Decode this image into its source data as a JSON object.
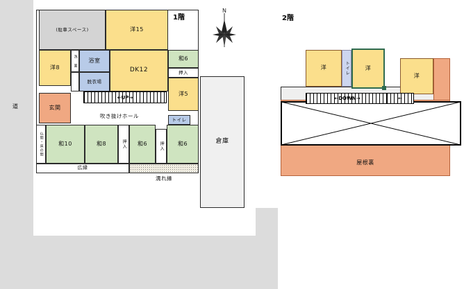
{
  "page": {
    "bg": "#ffffff",
    "road_label": "道"
  },
  "floor1": {
    "title": "1階",
    "rooms": [
      {
        "name": "parking-space",
        "label": "(駐車スペース)",
        "color": "#d4d4d4"
      },
      {
        "name": "western-15",
        "label": "洋15",
        "color": "#fbdf8c"
      },
      {
        "name": "western-8",
        "label": "洋8",
        "color": "#fbdf8c"
      },
      {
        "name": "bath",
        "label": "浴室",
        "color": "#b8cbe8"
      },
      {
        "name": "dressing-room",
        "label": "脱衣場",
        "color": "#b8cbe8"
      },
      {
        "name": "washbasin",
        "label": "洗\n面",
        "color": "#ffffff"
      },
      {
        "name": "dk-12",
        "label": "DK12",
        "color": "#fbdf8c"
      },
      {
        "name": "japanese-6-upper",
        "label": "和6",
        "color": "#cfe4c0"
      },
      {
        "name": "closet-upper",
        "label": "押入",
        "color": "#ffffff"
      },
      {
        "name": "western-5",
        "label": "洋5",
        "color": "#fbdf8c"
      },
      {
        "name": "toilet",
        "label": "トイレ",
        "color": "#b8cbe8"
      },
      {
        "name": "entrance",
        "label": "玄関",
        "color": "#f0a882"
      },
      {
        "name": "open-ceiling-hall",
        "label": "吹き抜けホール",
        "color": "#ffffff"
      },
      {
        "name": "butsuma-tokonoma",
        "label": "仏間・床の間",
        "color": "#ffffff"
      },
      {
        "name": "japanese-10",
        "label": "和10",
        "color": "#cfe4c0"
      },
      {
        "name": "japanese-8",
        "label": "和8",
        "color": "#cfe4c0"
      },
      {
        "name": "closet-a",
        "label": "押入",
        "color": "#ffffff"
      },
      {
        "name": "japanese-6-a",
        "label": "和6",
        "color": "#cfe4c0"
      },
      {
        "name": "closet-b",
        "label": "押入",
        "color": "#ffffff"
      },
      {
        "name": "japanese-6-b",
        "label": "和6",
        "color": "#cfe4c0"
      },
      {
        "name": "wide-veranda",
        "label": "広縁",
        "color": "#ffffff"
      },
      {
        "name": "wet-veranda",
        "label": "濡れ縁",
        "color": "#f2eee2"
      },
      {
        "name": "warehouse",
        "label": "倉庫",
        "color": "#f0f0f0"
      }
    ],
    "stairs_label": "←UP→",
    "wet_veranda_caption": "濡れ縁",
    "compass_label": "N"
  },
  "floor2": {
    "title": "2階",
    "rooms": [
      {
        "name": "western-left",
        "label": "洋",
        "color": "#fbdf8c"
      },
      {
        "name": "toilet-2f",
        "label": "トイレ",
        "color": "#cdd6ef"
      },
      {
        "name": "western-middle",
        "label": "洋",
        "color": "#fbdf8c"
      },
      {
        "name": "western-right",
        "label": "洋",
        "color": "#fbdf8c"
      },
      {
        "name": "attic-right",
        "label": "屋根裏",
        "color": "#f0a882"
      },
      {
        "name": "attic-bottom",
        "label": "屋根裏",
        "color": "#f0a882"
      }
    ],
    "stairs_label": "←DOWN→",
    "stairs_label_small": "←"
  },
  "colors": {
    "western": "#fbdf8c",
    "japanese": "#cfe4c0",
    "water": "#b8cbe8",
    "water2": "#cdd6ef",
    "entrance": "#f0a882",
    "attic": "#f0a882",
    "parking": "#d4d4d4",
    "warehouse": "#f0f0f0",
    "road": "#dcdcdc",
    "outline": "#2b2b2b",
    "highlight": "#2f6b4f"
  }
}
